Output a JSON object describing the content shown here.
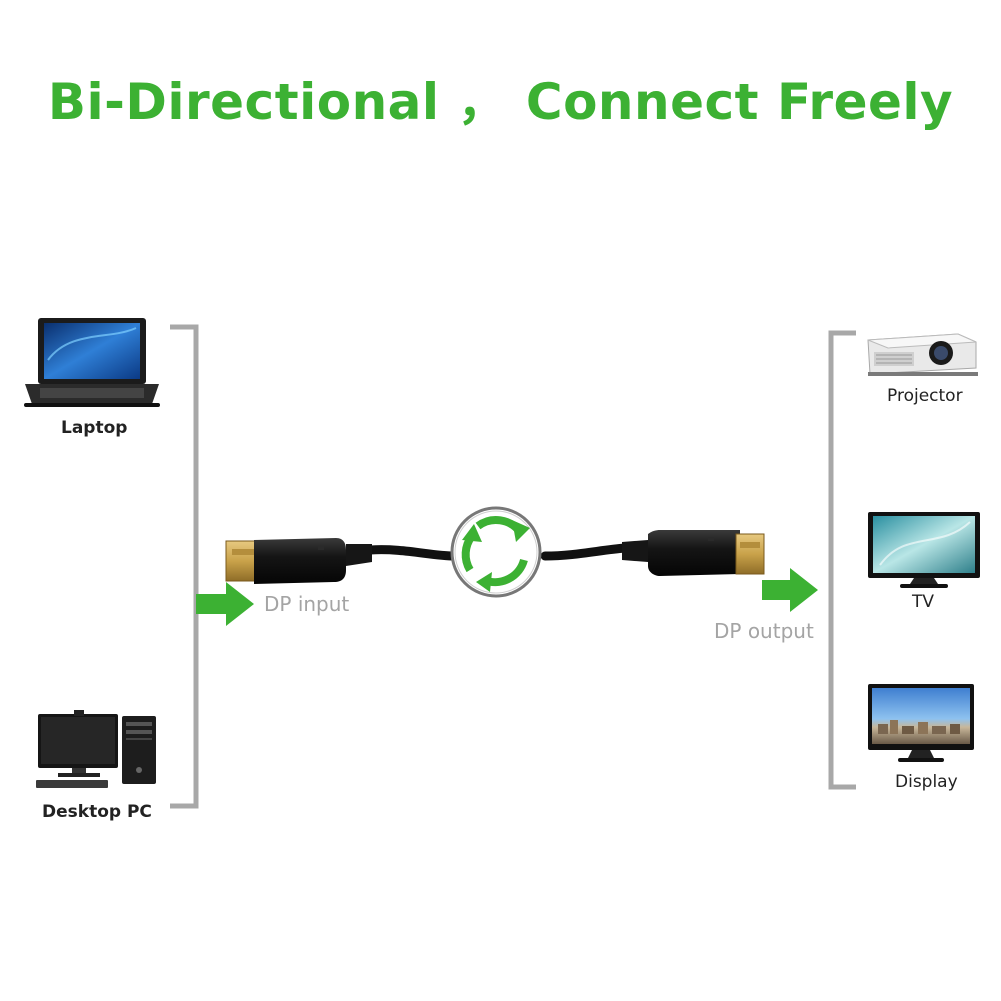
{
  "title": "Bi-Directional ， Connect Freely",
  "sources": {
    "items": [
      {
        "label": "Laptop",
        "icon": "laptop-icon"
      },
      {
        "label": "Desktop PC",
        "icon": "desktop-pc-icon"
      }
    ]
  },
  "destinations": {
    "items": [
      {
        "label": "Projector",
        "icon": "projector-icon"
      },
      {
        "label": "TV",
        "icon": "tv-icon"
      },
      {
        "label": "Display",
        "icon": "display-icon"
      }
    ]
  },
  "cable": {
    "input_label": "DP input",
    "output_label": "DP output",
    "center_icon": "bidirectional-cycle-icon"
  },
  "colors": {
    "accent_green": "#3cb133",
    "bracket_gray": "#a8a8a8",
    "cable_black": "#111111",
    "connector_gold": "#c9a24a"
  }
}
